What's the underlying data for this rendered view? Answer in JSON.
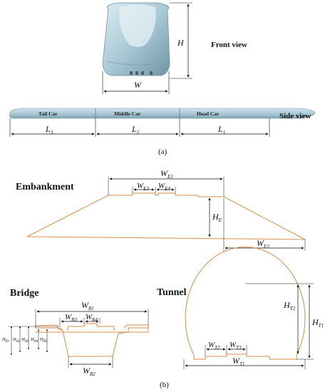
{
  "panel_a": {
    "caption": "(a)",
    "front_view_label": "Front view",
    "side_view_label": "Side view",
    "front_dims": {
      "height": "H",
      "width": "W"
    },
    "cars": [
      {
        "name": "Tail Car",
        "length_main": "L",
        "length_sub": "3"
      },
      {
        "name": "Middle Car",
        "length_main": "L",
        "length_sub": "2"
      },
      {
        "name": "Head Car",
        "length_main": "L",
        "length_sub": "1"
      }
    ]
  },
  "panel_b": {
    "caption": "(b)",
    "embankment": {
      "title": "Embankment",
      "dims": [
        {
          "main": "W",
          "sub": "E1"
        },
        {
          "main": "W",
          "sub": "E3"
        },
        {
          "main": "W",
          "sub": "E4"
        },
        {
          "main": "H",
          "sub": "E"
        },
        {
          "main": "W",
          "sub": "E2"
        }
      ]
    },
    "bridge": {
      "title": "Bridge",
      "dims": [
        {
          "main": "W",
          "sub": "B1"
        },
        {
          "main": "W",
          "sub": "B3"
        },
        {
          "main": "W",
          "sub": "B4"
        },
        {
          "main": "W",
          "sub": "B2"
        }
      ],
      "height_labels": [
        "H",
        "H",
        "H",
        "H",
        "H"
      ],
      "height_subs": [
        "B1",
        "B2",
        "B3",
        "B4",
        "B5"
      ]
    },
    "tunnel": {
      "title": "Tunnel",
      "dims": [
        {
          "main": "H",
          "sub": "T2"
        },
        {
          "main": "H",
          "sub": "T1"
        },
        {
          "main": "W",
          "sub": "T2"
        },
        {
          "main": "W",
          "sub": "T3"
        },
        {
          "main": "W",
          "sub": "T1"
        }
      ]
    }
  },
  "colors": {
    "structure_outline": "#d98e4a",
    "train_body": "#a9c9d6",
    "dimension_line": "#111111"
  }
}
